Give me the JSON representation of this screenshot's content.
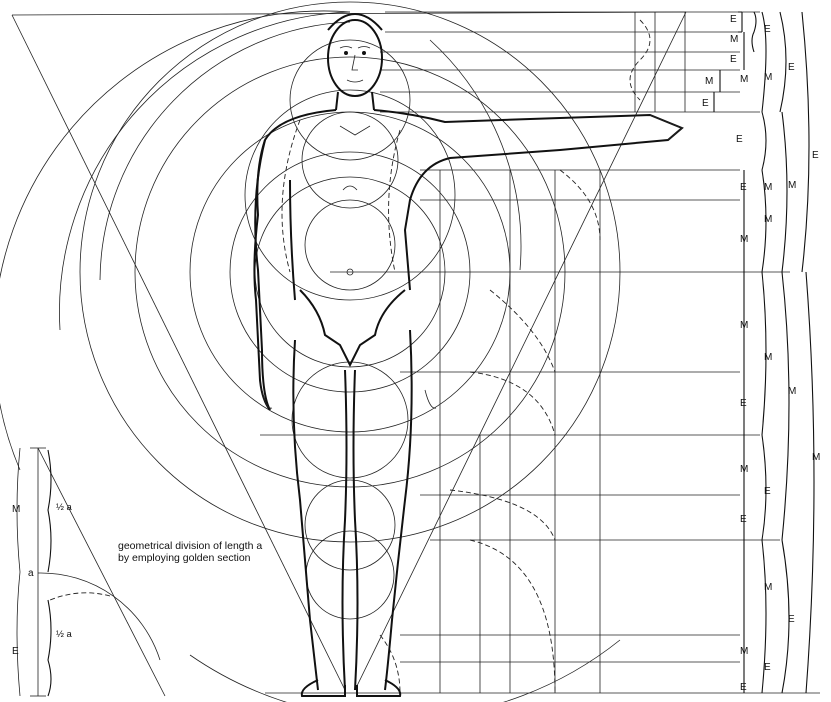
{
  "caption": "geometrical division of length a by employing golden section",
  "labels": {
    "major": "M",
    "minor": "E",
    "length": "a",
    "half": "½ a"
  }
}
